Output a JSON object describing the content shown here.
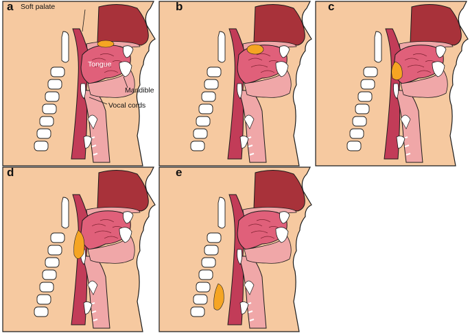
{
  "panels": [
    {
      "letter": "a",
      "bolus_stage": "oral"
    },
    {
      "letter": "b",
      "bolus_stage": "soft-palate"
    },
    {
      "letter": "c",
      "bolus_stage": "oropharynx"
    },
    {
      "letter": "d",
      "bolus_stage": "hypopharynx"
    },
    {
      "letter": "e",
      "bolus_stage": "esophagus"
    }
  ],
  "labels": {
    "soft_palate": "Soft palate",
    "tongue": "Tongue",
    "mandible": "Mandible",
    "vocal_cords": "Vocal cords"
  },
  "colors": {
    "skin": "#f6c9a0",
    "nasal_cavity": "#a8323a",
    "tongue": "#e0607a",
    "pharynx": "#c23c58",
    "tissue": "#f0a7a8",
    "bone": "#ffffff",
    "bolus": "#f5a523",
    "outline": "#1a1a1a"
  }
}
